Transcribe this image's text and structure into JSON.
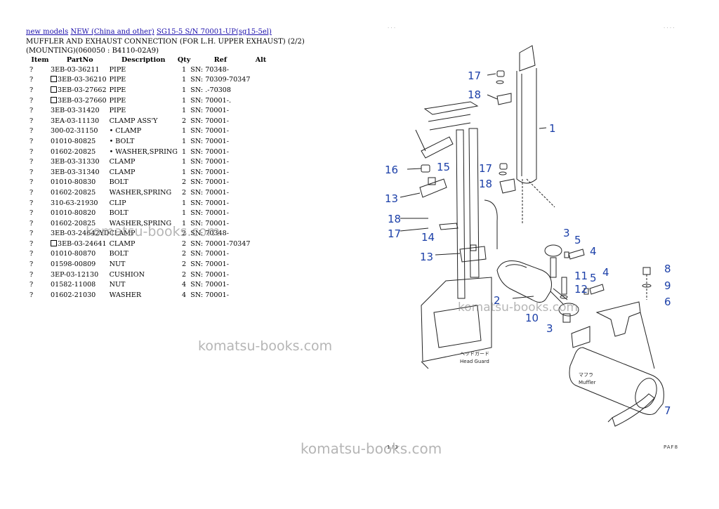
{
  "breadcrumbs": {
    "link1": "new models",
    "link2": "NEW (China and other)",
    "link3": "SG15-5 S/N 70001-UP(sg15-5el)"
  },
  "title": "MUFFLER AND EXHAUST CONNECTION (FOR L.H. UPPER EXHAUST) (2/2) (MOUNTING)(060050 : B4110-02A9)",
  "table": {
    "headers": {
      "item": "Item",
      "partno": "PartNo",
      "description": "Description",
      "qty": "Qty",
      "ref": "Ref",
      "alt": "Alt"
    },
    "rows": [
      {
        "item": "?",
        "check": false,
        "partno": "3EB-03-36211",
        "description": "PIPE",
        "qty": "1",
        "ref": "SN: 70348-",
        "alt": ""
      },
      {
        "item": "?",
        "check": true,
        "partno": "3EB-03-36210",
        "description": "PIPE",
        "qty": "1",
        "ref": "SN: 70309-70347",
        "alt": ""
      },
      {
        "item": "?",
        "check": true,
        "partno": "3EB-03-27662",
        "description": "PIPE",
        "qty": "1",
        "ref": "SN: .-70308",
        "alt": ""
      },
      {
        "item": "?",
        "check": true,
        "partno": "3EB-03-27660",
        "description": "PIPE",
        "qty": "1",
        "ref": "SN: 70001-.",
        "alt": ""
      },
      {
        "item": "?",
        "check": false,
        "partno": "3EB-03-31420",
        "description": "PIPE",
        "qty": "1",
        "ref": "SN: 70001-",
        "alt": ""
      },
      {
        "item": "?",
        "check": false,
        "partno": "3EA-03-11130",
        "description": "CLAMP ASS'Y",
        "qty": "2",
        "ref": "SN: 70001-",
        "alt": ""
      },
      {
        "item": "?",
        "check": false,
        "partno": "300-02-31150",
        "description": "• CLAMP",
        "qty": "1",
        "ref": "SN: 70001-",
        "alt": ""
      },
      {
        "item": "?",
        "check": false,
        "partno": "01010-80825",
        "description": "• BOLT",
        "qty": "1",
        "ref": "SN: 70001-",
        "alt": ""
      },
      {
        "item": "?",
        "check": false,
        "partno": "01602-20825",
        "description": "• WASHER,SPRING",
        "qty": "1",
        "ref": "SN: 70001-",
        "alt": ""
      },
      {
        "item": "?",
        "check": false,
        "partno": "3EB-03-31330",
        "description": "CLAMP",
        "qty": "1",
        "ref": "SN: 70001-",
        "alt": ""
      },
      {
        "item": "?",
        "check": false,
        "partno": "3EB-03-31340",
        "description": "CLAMP",
        "qty": "1",
        "ref": "SN: 70001-",
        "alt": ""
      },
      {
        "item": "?",
        "check": false,
        "partno": "01010-80830",
        "description": "BOLT",
        "qty": "2",
        "ref": "SN: 70001-",
        "alt": ""
      },
      {
        "item": "?",
        "check": false,
        "partno": "01602-20825",
        "description": "WASHER,SPRING",
        "qty": "2",
        "ref": "SN: 70001-",
        "alt": ""
      },
      {
        "item": "?",
        "check": false,
        "partno": "310-63-21930",
        "description": "CLIP",
        "qty": "1",
        "ref": "SN: 70001-",
        "alt": ""
      },
      {
        "item": "?",
        "check": false,
        "partno": "01010-80820",
        "description": "BOLT",
        "qty": "1",
        "ref": "SN: 70001-",
        "alt": ""
      },
      {
        "item": "?",
        "check": false,
        "partno": "01602-20825",
        "description": "WASHER,SPRING",
        "qty": "1",
        "ref": "SN: 70001-",
        "alt": ""
      },
      {
        "item": "?",
        "check": false,
        "partno": "3EB-03-24642YD",
        "description": "CLAMP",
        "qty": "2",
        "ref": "SN: 70348-",
        "alt": ""
      },
      {
        "item": "?",
        "check": true,
        "partno": "3EB-03-24641",
        "description": "CLAMP",
        "qty": "2",
        "ref": "SN: 70001-70347",
        "alt": ""
      },
      {
        "item": "?",
        "check": false,
        "partno": "01010-80870",
        "description": "BOLT",
        "qty": "2",
        "ref": "SN: 70001-",
        "alt": ""
      },
      {
        "item": "?",
        "check": false,
        "partno": "01598-00809",
        "description": "NUT",
        "qty": "2",
        "ref": "SN: 70001-",
        "alt": ""
      },
      {
        "item": "?",
        "check": false,
        "partno": "3EP-03-12130",
        "description": "CUSHION",
        "qty": "2",
        "ref": "SN: 70001-",
        "alt": ""
      },
      {
        "item": "?",
        "check": false,
        "partno": "01582-11008",
        "description": "NUT",
        "qty": "4",
        "ref": "SN: 70001-",
        "alt": ""
      },
      {
        "item": "?",
        "check": false,
        "partno": "01602-21030",
        "description": "WASHER",
        "qty": "4",
        "ref": "SN: 70001-",
        "alt": ""
      }
    ]
  },
  "watermark": "komatsu-books.com",
  "diagram": {
    "callouts": {
      "c1": "1",
      "c2": "2",
      "c3a": "3",
      "c3b": "3",
      "c4a": "4",
      "c4b": "4",
      "c5a": "5",
      "c5b": "5",
      "c6": "6",
      "c7": "7",
      "c8": "8",
      "c9": "9",
      "c10": "10",
      "c11": "11",
      "c12": "12",
      "c13a": "13",
      "c13b": "13",
      "c14": "14",
      "c15": "15",
      "c16": "16",
      "c17a": "17",
      "c17b": "17",
      "c17c": "17",
      "c18a": "18",
      "c18b": "18",
      "c18c": "18"
    },
    "head_guard_jp": "ヘッドガード",
    "head_guard_en": "Head Guard",
    "muffler_jp": "マフラ",
    "muffler_en": "Muffler"
  },
  "footer": {
    "page": "1 / 3",
    "code": "PAF8"
  },
  "header_marks": {
    "left": "· · ·",
    "right": "· · · ·"
  }
}
